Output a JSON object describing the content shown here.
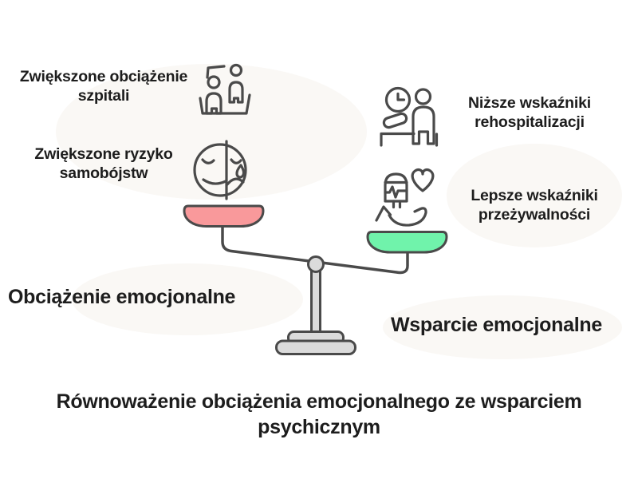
{
  "background_color": "#FFFFFF",
  "text_color": "#1D1D1D",
  "diagram": {
    "title": "Równoważenie obciążenia emocjonalnego ze wsparciem\npsychicznym",
    "left_side": {
      "side_label": "Obciążenie emocjonalne",
      "pan_color": "#F9999B",
      "items": [
        {
          "label": "Zwiększone obciążenie\nszpitali",
          "icon": "patients-on-platform-icon"
        },
        {
          "label": "Zwiększone ryzyko\nsamobójstw",
          "icon": "sad-crying-split-face-icon"
        }
      ]
    },
    "right_side": {
      "side_label": "Wsparcie emocjonalne",
      "pan_color": "#70F3AB",
      "items": [
        {
          "label": "Niższe wskaźniki\nrehospitalizacji",
          "icon": "recovery-clock-patient-icon"
        },
        {
          "label": "Lepsze wskaźniki\nprzeżywalności",
          "icon": "health-monitor-heart-icon"
        }
      ]
    },
    "scale": {
      "stroke_color": "#4A4A4A",
      "stand_fill": "#DBDBDB"
    }
  }
}
